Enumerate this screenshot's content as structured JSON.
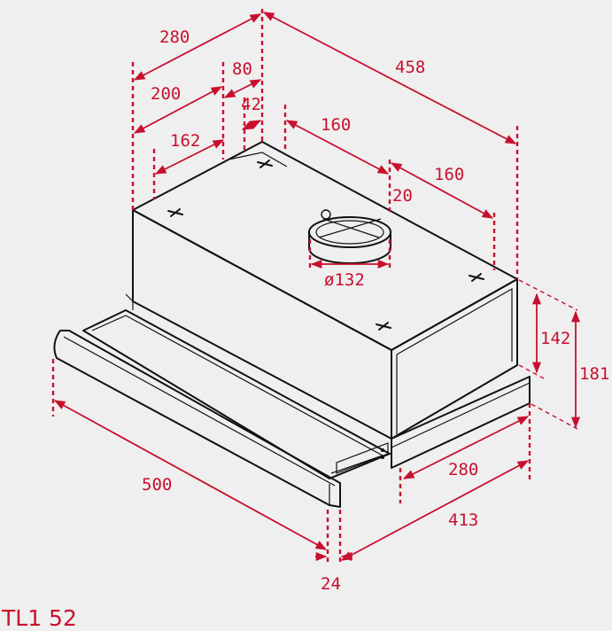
{
  "model": "TL1 52",
  "colors": {
    "accent": "#c8102e",
    "outline": "#111111",
    "background": "#efefef"
  },
  "dimensions": {
    "top_width_280": "280",
    "depth_458": "458",
    "d_80": "80",
    "d_200": "200",
    "d_42": "42",
    "d_160_a": "160",
    "d_162": "162",
    "d_160_b": "160",
    "d_20": "20",
    "diameter_132": "ø132",
    "h_142": "142",
    "h_181": "181",
    "front_width_280": "280",
    "w_500": "500",
    "w_413": "413",
    "d_24": "24"
  }
}
